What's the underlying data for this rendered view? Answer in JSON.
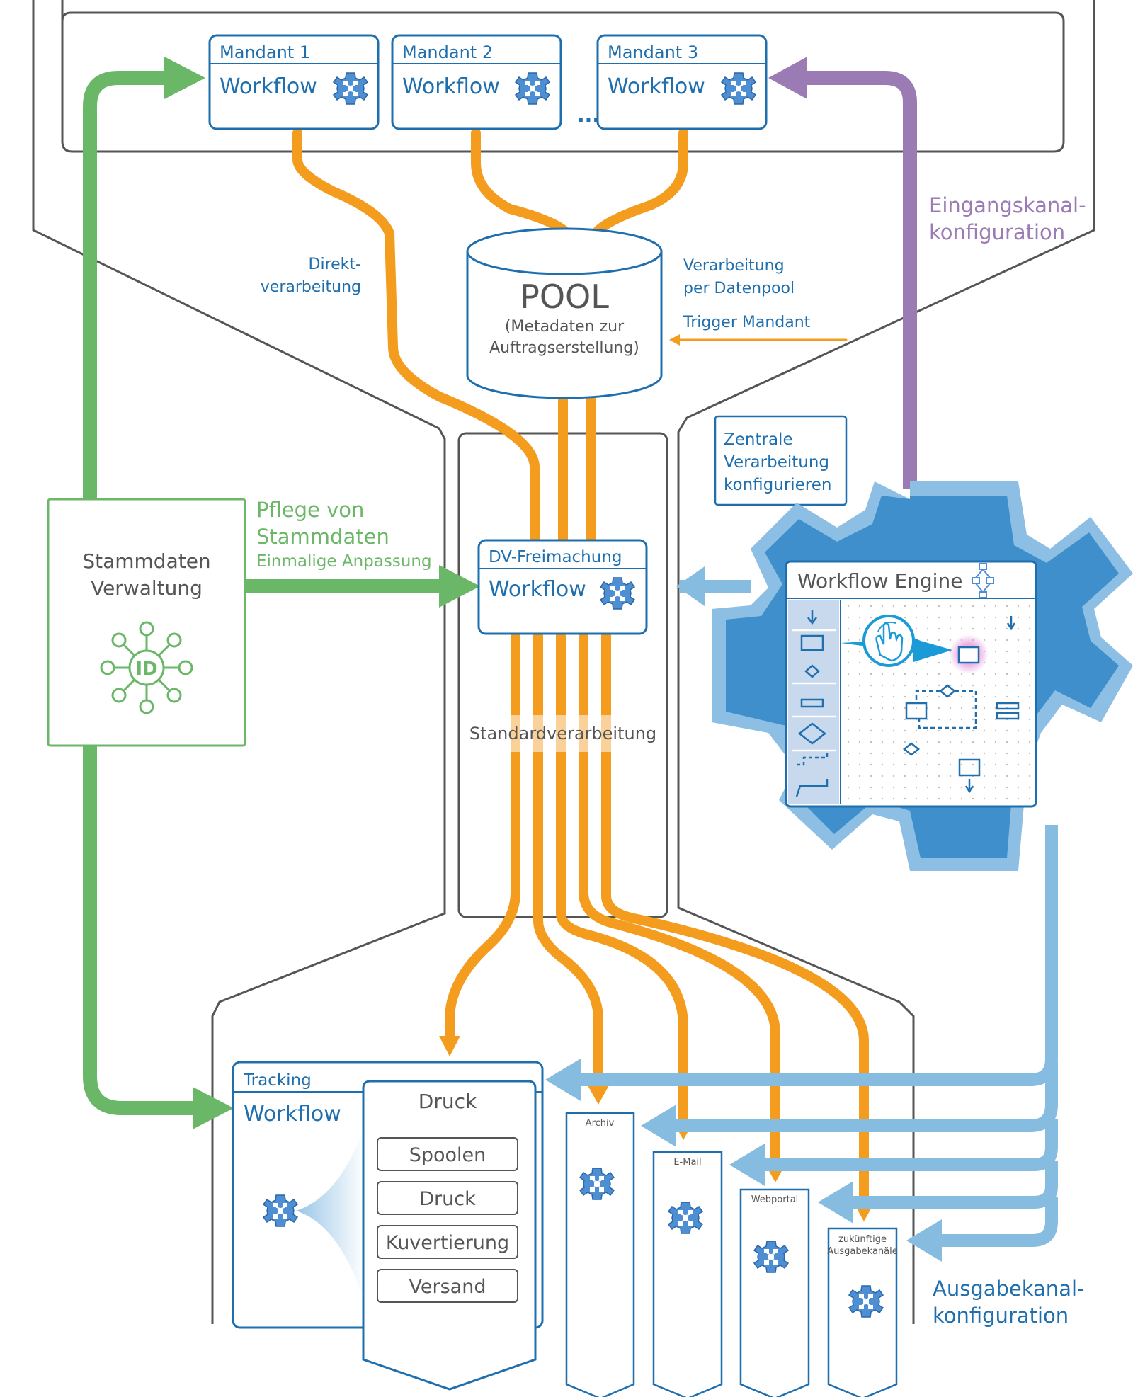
{
  "tenants": [
    {
      "name": "Mandant 1",
      "workflow": "Workflow"
    },
    {
      "name": "Mandant 2",
      "workflow": "Workflow"
    },
    {
      "name": "Mandant 3",
      "workflow": "Workflow"
    }
  ],
  "tenant_ellipsis": "...",
  "labels": {
    "direct_1": "Direkt-",
    "direct_2": "verarbeitung",
    "pool_title": "POOL",
    "pool_sub_1": "(Metadaten zur",
    "pool_sub_2": "Auftragserstellung)",
    "via_pool_1": "Verarbeitung",
    "via_pool_2": "per Datenpool",
    "trigger": "Trigger Mandant",
    "input_cfg_1": "Eingangskanal-",
    "input_cfg_2": "konfiguration",
    "central_1": "Zentrale",
    "central_2": "Verarbeitung",
    "central_3": "konfigurieren",
    "masterdata_1": "Stammdaten",
    "masterdata_2": "Verwaltung",
    "masterdata_id": "ID",
    "care_1": "Pflege von",
    "care_2": "Stammdaten",
    "care_3": "Einmalige Anpassung",
    "dv_title": "DV-Freimachung",
    "dv_workflow": "Workflow",
    "standard": "Standardverarbeitung",
    "engine_title": "Workflow Engine",
    "tracking_title": "Tracking",
    "tracking_workflow": "Workflow",
    "print_title": "Druck",
    "print_steps": [
      "Spoolen",
      "Druck",
      "Kuvertierung",
      "Versand"
    ],
    "outputs": [
      "Archiv",
      "E-Mail",
      "Webportal"
    ],
    "future_1": "zukünftige",
    "future_2": "Ausgabekanäle",
    "output_cfg_1": "Ausgabekanal-",
    "output_cfg_2": "konfiguration"
  },
  "colors": {
    "orange": "#F39C1E",
    "green": "#6BB768",
    "purple": "#9B7BB4",
    "lightblue": "#86BCE0",
    "blue": "#1F6FAE",
    "gear": "#3E8FCB",
    "gray": "#555555"
  },
  "icons": [
    "gear-workflow-icon",
    "id-network-icon",
    "flowchart-icon",
    "hand-pointer-icon"
  ]
}
